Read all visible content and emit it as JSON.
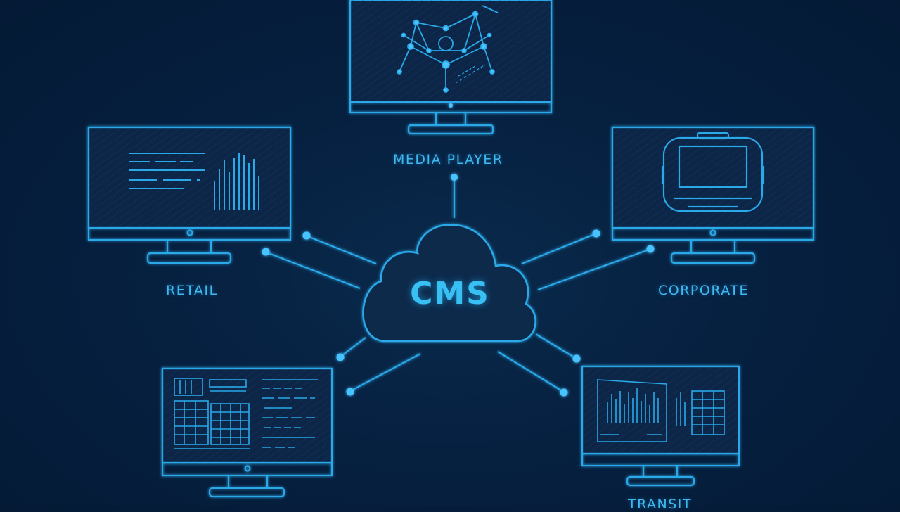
{
  "hub": {
    "label": "CMS"
  },
  "endpoints": [
    {
      "key": "media_player",
      "label": "MEDIA PLAYER",
      "icon": "network-graph-icon"
    },
    {
      "key": "retail",
      "label": "RETAIL",
      "icon": "bar-chart-icon"
    },
    {
      "key": "corporate",
      "label": "CORPORATE",
      "icon": "laptop-icon"
    },
    {
      "key": "bottom_left",
      "label": "",
      "icon": "spreadsheet-icon"
    },
    {
      "key": "transit",
      "label": "TRANSIT",
      "icon": "transit-board-icon"
    }
  ],
  "colors": {
    "background": "#062040",
    "line": "#2aa8e8",
    "glow": "#47c4ff",
    "screen": "#0a2848"
  }
}
